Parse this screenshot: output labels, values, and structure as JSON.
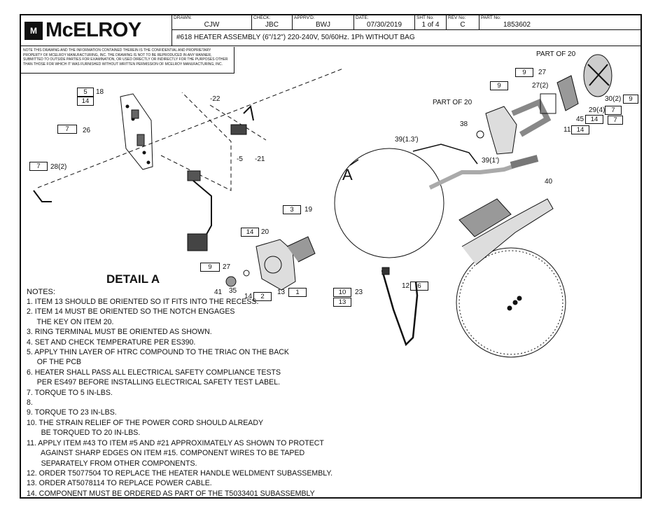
{
  "title_block": {
    "logo_mark": "M",
    "logo_text": "McELROY",
    "drawn_label": "DRAWN:",
    "drawn": "CJW",
    "check_label": "CHECK:",
    "check": "JBC",
    "apprvd_label": "APPRV'D:",
    "apprvd": "BWJ",
    "date_label": "DATE:",
    "date": "07/30/2019",
    "sht_label": "SHT No:",
    "sht": "1 of 4",
    "rev_label": "REV No:",
    "rev": "C",
    "part_label": "PART No:",
    "part": "1853602",
    "description": "#618 HEATER ASSEMBLY (6\"/12\") 220-240V, 50/60Hz. 1Ph WITHOUT BAG"
  },
  "notice": [
    "NOTE THIS DRAWING AND THE INFORMATION CONTAINED THEREIN IS THE CONFIDENTIAL AND PROPRIETARY",
    "PROPERTY OF McElroy Manufacturing, Inc. THE DRAWING IS NOT TO BE REPRODUCED IN ANY MANNER,",
    "SUBMITTED TO OUTSIDE PARTIES FOR EXAMINATION, OR USED DIRECTLY OR INDIRECTLY FOR THE PURPOSES OTHER",
    "THAN THOSE FOR WHICH IT WAS FURNISHED WITHOUT WRITTEN PERMISSION OF McElroy Manufacturing, Inc."
  ],
  "detail_title": "DETAIL A",
  "detail_letter": "A",
  "notes_title": "NOTES:",
  "notes": [
    "1. ITEM 13 SHOULD BE ORIENTED SO IT FITS INTO THE RECESS.",
    "2. ITEM 14 MUST BE ORIENTED SO THE NOTCH ENGAGES",
    "     THE KEY ON ITEM 20.",
    "3. RING TERMINAL MUST BE ORIENTED AS SHOWN.",
    "4. SET AND CHECK TEMPERATURE PER ES390.",
    "5. APPLY THIN LAYER OF HTRC COMPOUND TO THE TRIAC ON THE BACK",
    "     OF THE PCB",
    "6. HEATER SHALL PASS ALL ELECTRICAL SAFETY COMPLIANCE TESTS",
    "     PER ES497 BEFORE INSTALLING ELECTRICAL SAFETY TEST LABEL.",
    "7. TORQUE TO 5 IN-LBS.",
    "8.",
    "9. TORQUE TO 23 IN-LBS.",
    "10. THE STRAIN RELIEF OF THE POWER CORD SHOULD ALREADY",
    "       BE TORQUED TO 20 IN-LBS.",
    "11. APPLY ITEM #43 TO ITEM #5 AND #21 APPROXIMATELY AS SHOWN TO PROTECT",
    "       AGAINST SHARP EDGES ON ITEM #15. COMPONENT WIRES TO BE TAPED",
    "       SEPARATELY FROM OTHER COMPONENTS.",
    "12. ORDER T5077504 TO REPLACE THE HEATER HANDLE WELDMENT SUBASSEMBLY.",
    "13. ORDER AT5078114 TO REPLACE POWER CABLE.",
    "14. COMPONENT MUST BE ORDERED AS PART OF THE T5033401 SUBASSEMBLY"
  ],
  "callouts": {
    "part_of_20_a": "PART OF 20",
    "part_of_20_b": "PART OF 20",
    "c18": "18",
    "c26": "26",
    "c28": "28(2)",
    "c22": "-22",
    "c5": "-5",
    "c21": "-21",
    "c19": "19",
    "c20": "20",
    "c27a": "27",
    "c27b": "27",
    "c27c": "27(2)",
    "c41": "41",
    "c35": "35",
    "c14a": "14",
    "c13": "13",
    "c23": "23",
    "c12": "12",
    "c38": "38",
    "c39a": "39(1.3')",
    "c39b": "39(1')",
    "c40": "40",
    "c30": "30(2)",
    "c29": "29(4)",
    "c45": "45",
    "c11": "11"
  },
  "boxes": {
    "b5": "5",
    "b14a": "14",
    "b7a": "7",
    "b7b": "7",
    "b3": "3",
    "b14b": "14",
    "b9a": "9",
    "b2": "2",
    "b1": "1",
    "b10": "10",
    "b13": "13",
    "b6": "6",
    "b9b": "9",
    "b9c": "9",
    "b7c": "7",
    "b9d": "9",
    "b7d": "7",
    "b14c": "14",
    "b14d": "14"
  }
}
